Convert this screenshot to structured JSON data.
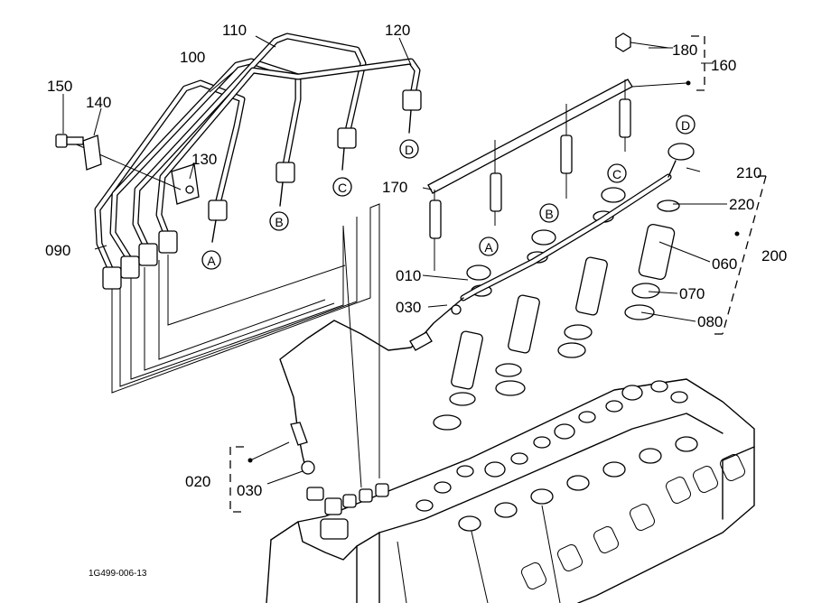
{
  "part_labels": {
    "p010": "010",
    "p020": "020",
    "p030a": "030",
    "p030b": "030",
    "p060": "060",
    "p070": "070",
    "p080": "080",
    "p090": "090",
    "p100": "100",
    "p110": "110",
    "p120": "120",
    "p130": "130",
    "p140": "140",
    "p150": "150",
    "p160": "160",
    "p170": "170",
    "p180": "180",
    "p200": "200",
    "p210": "210",
    "p220": "220"
  },
  "connection_markers": {
    "A": "A",
    "B": "B",
    "C": "C",
    "D": "D"
  },
  "drawing_reference": "1G499-006-13"
}
